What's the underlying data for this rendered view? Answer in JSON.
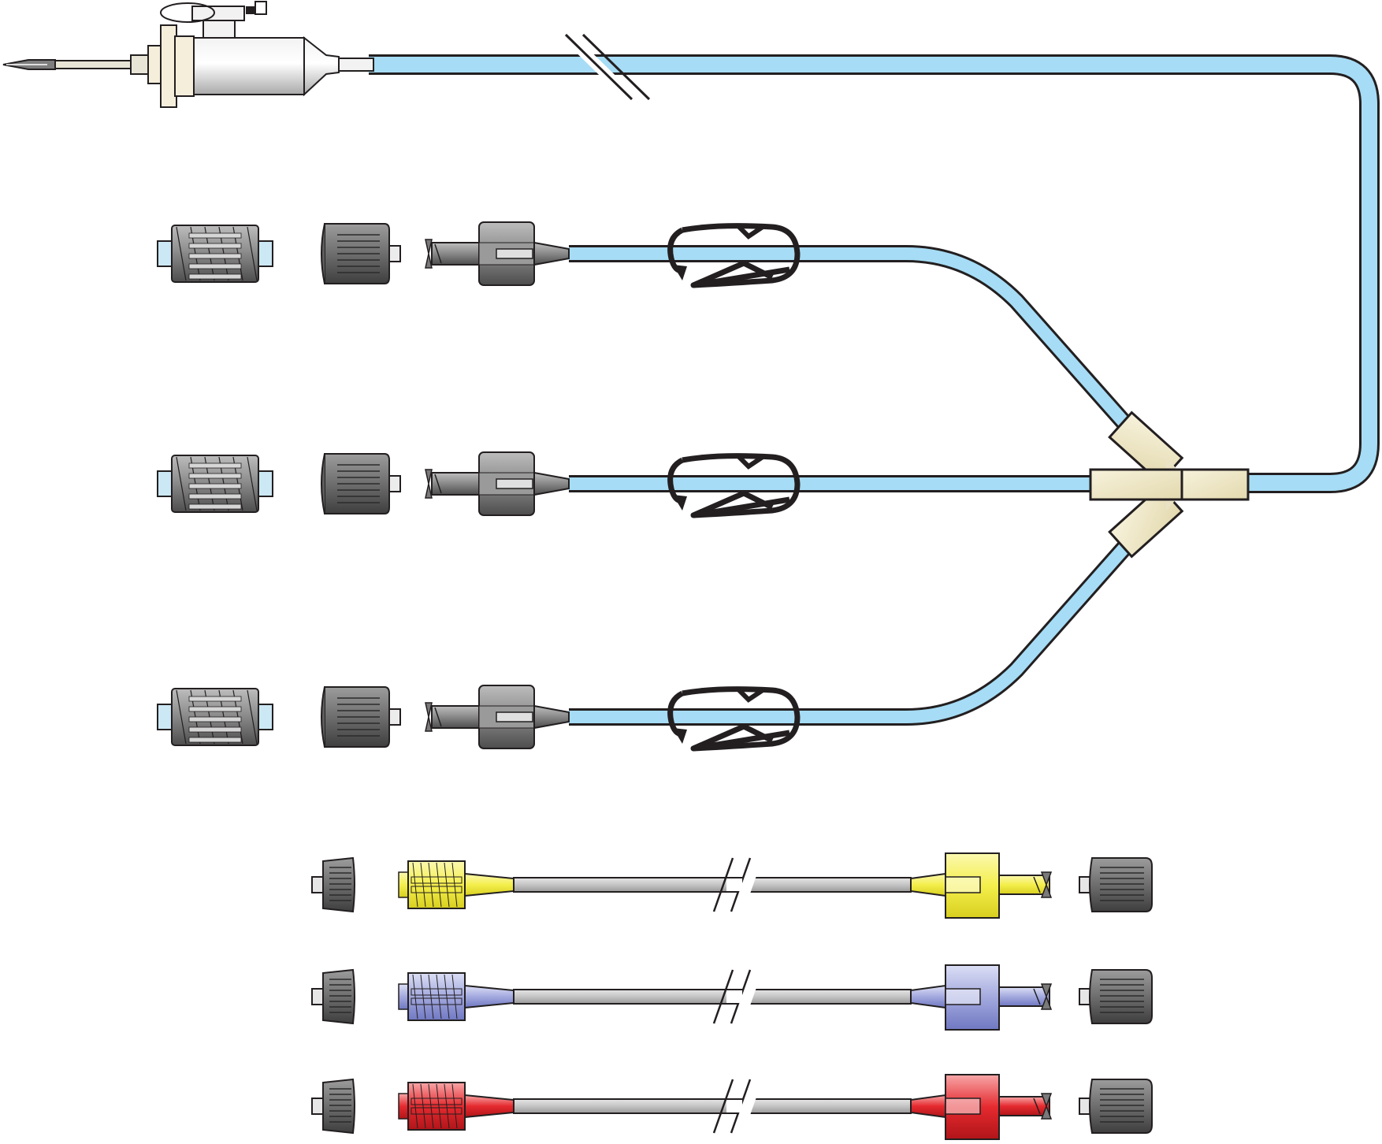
{
  "colors": {
    "background": "#ffffff",
    "outline": "#231f20",
    "tube_blue": "#a6dcf5",
    "tube_grey": "#c8c8c8",
    "clamp": "#231f20",
    "connector_grey": "#8a8a8a",
    "cap_grey": "#7d7d7d",
    "y_connector": "#f2ebd0",
    "spike_body": "#e2e2e2",
    "spike_hub": "#f4eedb",
    "cap_stub": "#cce8f5"
  },
  "main_line": {
    "spike": "vented-spike-with-drip-chamber",
    "tube": "main-tube",
    "break": "tube-break-marker"
  },
  "y_connector": {
    "branches": 3
  },
  "branch_lines": [
    {
      "id": "branch-top"
    },
    {
      "id": "branch-middle"
    },
    {
      "id": "branch-bottom"
    }
  ],
  "extension_lines": [
    {
      "id": "extension-yellow",
      "color": "#f2ee55"
    },
    {
      "id": "extension-blue",
      "color": "#a8aee0"
    },
    {
      "id": "extension-red",
      "color": "#e52a2f"
    }
  ],
  "icons": {
    "spike": "spike-icon",
    "roller_clamp": "roller-clamp-icon",
    "cap": "cap-icon",
    "luer_male": "luer-male-icon",
    "luer_female": "luer-female-icon",
    "y_connector": "y-connector-icon"
  }
}
